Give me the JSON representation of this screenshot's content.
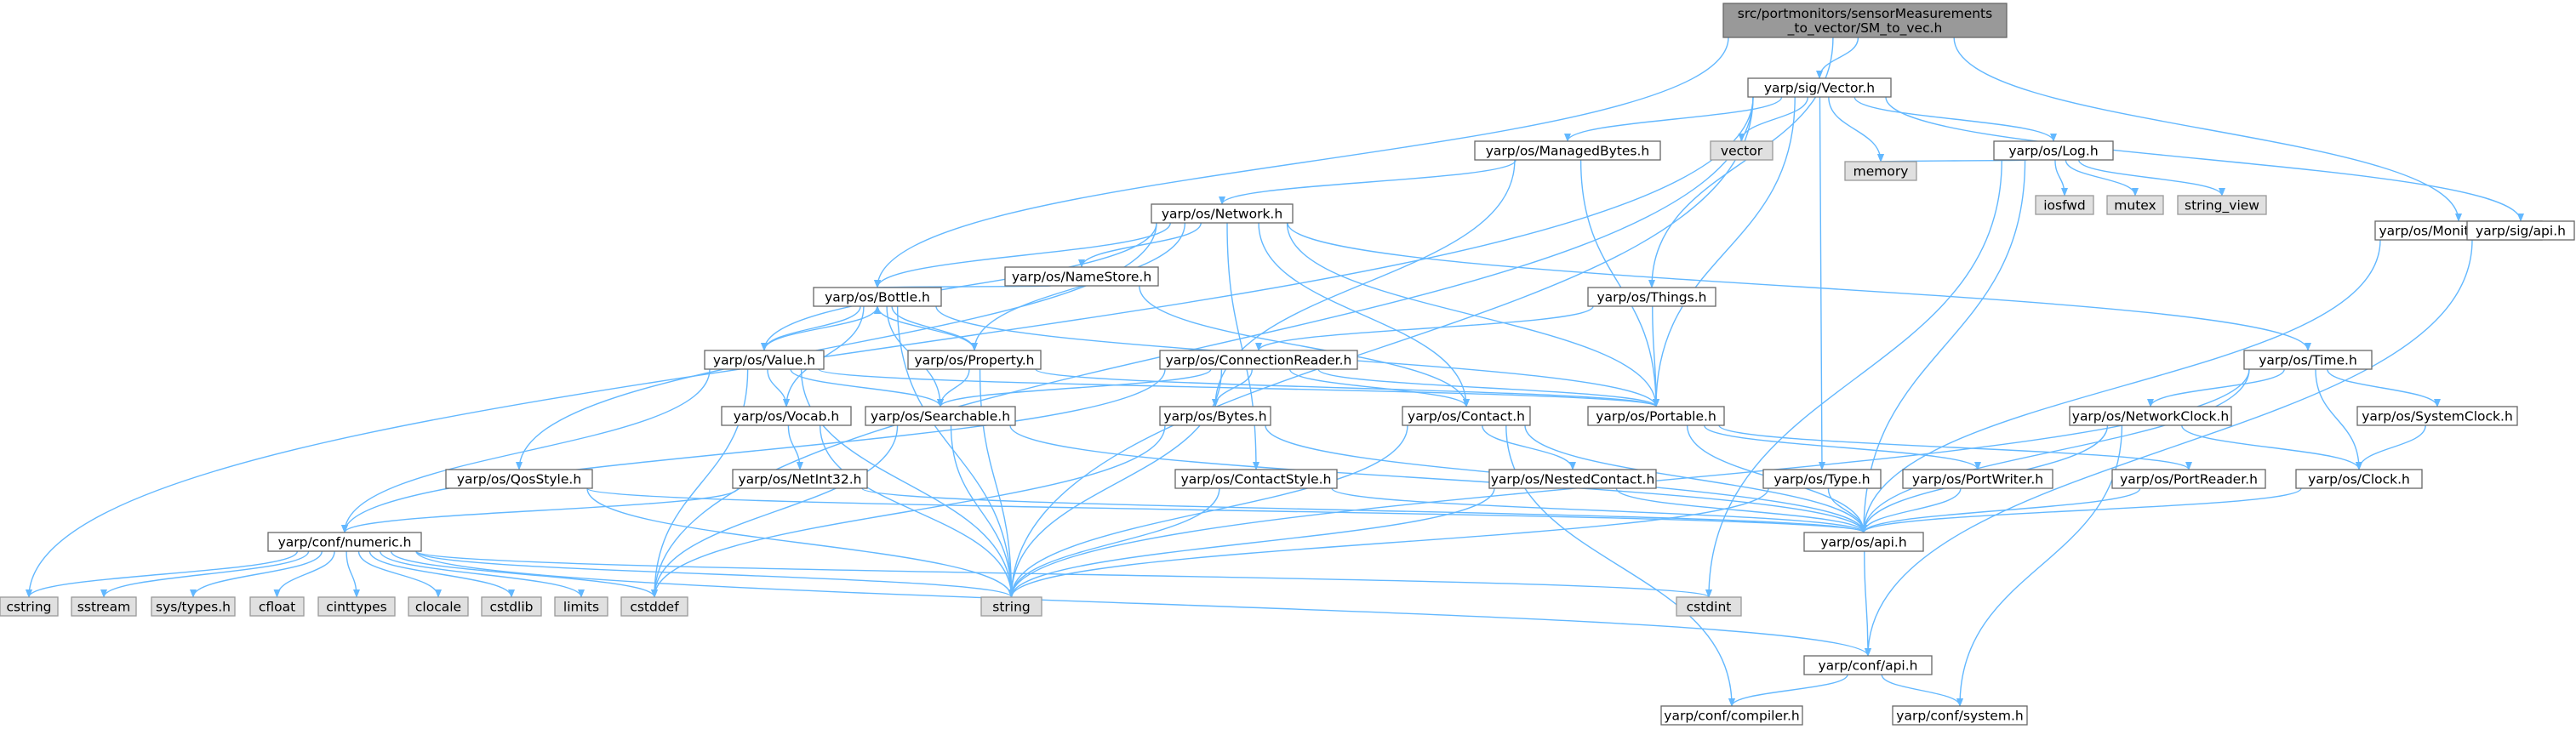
{
  "colors": {
    "root_fill": "#999999",
    "node_fill": "#ffffff",
    "node_stroke": "#666666",
    "sys_fill": "#e0e0e0",
    "sys_stroke": "#999999",
    "edge": "#63b8ff"
  },
  "nodes": [
    {
      "id": "root",
      "lines": [
        "src/portmonitors/sensorMeasurements",
        "_to_vector/SM_to_vec.h"
      ],
      "kind": "root"
    },
    {
      "id": "vector_h",
      "lines": [
        "yarp/sig/Vector.h"
      ],
      "kind": "header"
    },
    {
      "id": "managedbytes",
      "lines": [
        "yarp/os/ManagedBytes.h"
      ],
      "kind": "header"
    },
    {
      "id": "vector_std",
      "lines": [
        "vector"
      ],
      "kind": "system"
    },
    {
      "id": "memory",
      "lines": [
        "memory"
      ],
      "kind": "system"
    },
    {
      "id": "log",
      "lines": [
        "yarp/os/Log.h"
      ],
      "kind": "header"
    },
    {
      "id": "iosfwd",
      "lines": [
        "iosfwd"
      ],
      "kind": "system"
    },
    {
      "id": "mutex",
      "lines": [
        "mutex"
      ],
      "kind": "system"
    },
    {
      "id": "string_view",
      "lines": [
        "string_view"
      ],
      "kind": "system"
    },
    {
      "id": "monitorobject",
      "lines": [
        "yarp/os/MonitorObject.h"
      ],
      "kind": "header"
    },
    {
      "id": "sigapi",
      "lines": [
        "yarp/sig/api.h"
      ],
      "kind": "header"
    },
    {
      "id": "network",
      "lines": [
        "yarp/os/Network.h"
      ],
      "kind": "header"
    },
    {
      "id": "namestore",
      "lines": [
        "yarp/os/NameStore.h"
      ],
      "kind": "header"
    },
    {
      "id": "bottle",
      "lines": [
        "yarp/os/Bottle.h"
      ],
      "kind": "header"
    },
    {
      "id": "things",
      "lines": [
        "yarp/os/Things.h"
      ],
      "kind": "header"
    },
    {
      "id": "value",
      "lines": [
        "yarp/os/Value.h"
      ],
      "kind": "header"
    },
    {
      "id": "property",
      "lines": [
        "yarp/os/Property.h"
      ],
      "kind": "header"
    },
    {
      "id": "connectionreader",
      "lines": [
        "yarp/os/ConnectionReader.h"
      ],
      "kind": "header"
    },
    {
      "id": "time",
      "lines": [
        "yarp/os/Time.h"
      ],
      "kind": "header"
    },
    {
      "id": "vocab",
      "lines": [
        "yarp/os/Vocab.h"
      ],
      "kind": "header"
    },
    {
      "id": "searchable",
      "lines": [
        "yarp/os/Searchable.h"
      ],
      "kind": "header"
    },
    {
      "id": "bytes",
      "lines": [
        "yarp/os/Bytes.h"
      ],
      "kind": "header"
    },
    {
      "id": "contact",
      "lines": [
        "yarp/os/Contact.h"
      ],
      "kind": "header"
    },
    {
      "id": "portable",
      "lines": [
        "yarp/os/Portable.h"
      ],
      "kind": "header"
    },
    {
      "id": "networkclock",
      "lines": [
        "yarp/os/NetworkClock.h"
      ],
      "kind": "header"
    },
    {
      "id": "systemclock",
      "lines": [
        "yarp/os/SystemClock.h"
      ],
      "kind": "header"
    },
    {
      "id": "qosstyle",
      "lines": [
        "yarp/os/QosStyle.h"
      ],
      "kind": "header"
    },
    {
      "id": "netint32",
      "lines": [
        "yarp/os/NetInt32.h"
      ],
      "kind": "header"
    },
    {
      "id": "contactstyle",
      "lines": [
        "yarp/os/ContactStyle.h"
      ],
      "kind": "header"
    },
    {
      "id": "nestedcontact",
      "lines": [
        "yarp/os/NestedContact.h"
      ],
      "kind": "header"
    },
    {
      "id": "type",
      "lines": [
        "yarp/os/Type.h"
      ],
      "kind": "header"
    },
    {
      "id": "portwriter",
      "lines": [
        "yarp/os/PortWriter.h"
      ],
      "kind": "header"
    },
    {
      "id": "portreader",
      "lines": [
        "yarp/os/PortReader.h"
      ],
      "kind": "header"
    },
    {
      "id": "clock",
      "lines": [
        "yarp/os/Clock.h"
      ],
      "kind": "header"
    },
    {
      "id": "numeric",
      "lines": [
        "yarp/conf/numeric.h"
      ],
      "kind": "header"
    },
    {
      "id": "osapi",
      "lines": [
        "yarp/os/api.h"
      ],
      "kind": "header"
    },
    {
      "id": "cstring",
      "lines": [
        "cstring"
      ],
      "kind": "system"
    },
    {
      "id": "sstream",
      "lines": [
        "sstream"
      ],
      "kind": "system"
    },
    {
      "id": "systypes",
      "lines": [
        "sys/types.h"
      ],
      "kind": "system"
    },
    {
      "id": "cfloat",
      "lines": [
        "cfloat"
      ],
      "kind": "system"
    },
    {
      "id": "cinttypes",
      "lines": [
        "cinttypes"
      ],
      "kind": "system"
    },
    {
      "id": "clocale",
      "lines": [
        "clocale"
      ],
      "kind": "system"
    },
    {
      "id": "cstdlib",
      "lines": [
        "cstdlib"
      ],
      "kind": "system"
    },
    {
      "id": "limits",
      "lines": [
        "limits"
      ],
      "kind": "system"
    },
    {
      "id": "cstddef",
      "lines": [
        "cstddef"
      ],
      "kind": "system"
    },
    {
      "id": "string",
      "lines": [
        "string"
      ],
      "kind": "system"
    },
    {
      "id": "cstdint",
      "lines": [
        "cstdint"
      ],
      "kind": "system"
    },
    {
      "id": "confapi",
      "lines": [
        "yarp/conf/api.h"
      ],
      "kind": "header"
    },
    {
      "id": "compiler",
      "lines": [
        "yarp/conf/compiler.h"
      ],
      "kind": "header"
    },
    {
      "id": "system",
      "lines": [
        "yarp/conf/system.h"
      ],
      "kind": "header"
    }
  ],
  "edges": [
    [
      "root",
      "vector_h"
    ],
    [
      "root",
      "bottle"
    ],
    [
      "root",
      "things"
    ],
    [
      "root",
      "monitorobject"
    ],
    [
      "vector_h",
      "managedbytes"
    ],
    [
      "vector_h",
      "vector_std"
    ],
    [
      "vector_h",
      "memory"
    ],
    [
      "vector_h",
      "log"
    ],
    [
      "vector_h",
      "sigapi"
    ],
    [
      "vector_h",
      "portable"
    ],
    [
      "vector_h",
      "type"
    ],
    [
      "vector_h",
      "cstring"
    ],
    [
      "vector_h",
      "string"
    ],
    [
      "vector_h",
      "cstddef"
    ],
    [
      "managedbytes",
      "network"
    ],
    [
      "managedbytes",
      "bytes"
    ],
    [
      "managedbytes",
      "portable"
    ],
    [
      "log",
      "memory"
    ],
    [
      "log",
      "iosfwd"
    ],
    [
      "log",
      "mutex"
    ],
    [
      "log",
      "string_view"
    ],
    [
      "log",
      "osapi"
    ],
    [
      "log",
      "cstdint"
    ],
    [
      "monitorobject",
      "osapi"
    ],
    [
      "sigapi",
      "confapi"
    ],
    [
      "network",
      "namestore"
    ],
    [
      "network",
      "bottle"
    ],
    [
      "network",
      "value"
    ],
    [
      "network",
      "property"
    ],
    [
      "network",
      "contact"
    ],
    [
      "network",
      "portable"
    ],
    [
      "network",
      "time"
    ],
    [
      "network",
      "qosstyle"
    ],
    [
      "network",
      "contactstyle"
    ],
    [
      "namestore",
      "bottle"
    ],
    [
      "namestore",
      "contact"
    ],
    [
      "bottle",
      "value"
    ],
    [
      "bottle",
      "property"
    ],
    [
      "bottle",
      "searchable"
    ],
    [
      "bottle",
      "vocab"
    ],
    [
      "bottle",
      "portable"
    ],
    [
      "bottle",
      "string"
    ],
    [
      "things",
      "connectionreader"
    ],
    [
      "things",
      "portable"
    ],
    [
      "value",
      "bottle"
    ],
    [
      "value",
      "vocab"
    ],
    [
      "value",
      "searchable"
    ],
    [
      "value",
      "portable"
    ],
    [
      "value",
      "numeric"
    ],
    [
      "value",
      "string"
    ],
    [
      "value",
      "cstddef"
    ],
    [
      "property",
      "bottle"
    ],
    [
      "property",
      "searchable"
    ],
    [
      "property",
      "portable"
    ],
    [
      "property",
      "string"
    ],
    [
      "connectionreader",
      "searchable"
    ],
    [
      "connectionreader",
      "bytes"
    ],
    [
      "connectionreader",
      "contact"
    ],
    [
      "connectionreader",
      "portable"
    ],
    [
      "connectionreader",
      "numeric"
    ],
    [
      "connectionreader",
      "string"
    ],
    [
      "time",
      "networkclock"
    ],
    [
      "time",
      "systemclock"
    ],
    [
      "time",
      "clock"
    ],
    [
      "time",
      "osapi"
    ],
    [
      "time",
      "string"
    ],
    [
      "vocab",
      "netint32"
    ],
    [
      "vocab",
      "string"
    ],
    [
      "searchable",
      "osapi"
    ],
    [
      "searchable",
      "string"
    ],
    [
      "searchable",
      "cstddef"
    ],
    [
      "bytes",
      "osapi"
    ],
    [
      "bytes",
      "cstddef"
    ],
    [
      "contact",
      "nestedcontact"
    ],
    [
      "contact",
      "osapi"
    ],
    [
      "contact",
      "string"
    ],
    [
      "contact",
      "compiler"
    ],
    [
      "portable",
      "portwriter"
    ],
    [
      "portable",
      "portreader"
    ],
    [
      "portable",
      "osapi"
    ],
    [
      "networkclock",
      "clock"
    ],
    [
      "networkclock",
      "osapi"
    ],
    [
      "networkclock",
      "system"
    ],
    [
      "systemclock",
      "clock"
    ],
    [
      "qosstyle",
      "osapi"
    ],
    [
      "qosstyle",
      "string"
    ],
    [
      "netint32",
      "numeric"
    ],
    [
      "netint32",
      "osapi"
    ],
    [
      "contactstyle",
      "osapi"
    ],
    [
      "contactstyle",
      "string"
    ],
    [
      "nestedcontact",
      "osapi"
    ],
    [
      "nestedcontact",
      "string"
    ],
    [
      "type",
      "osapi"
    ],
    [
      "type",
      "string"
    ],
    [
      "portwriter",
      "osapi"
    ],
    [
      "portreader",
      "osapi"
    ],
    [
      "clock",
      "osapi"
    ],
    [
      "numeric",
      "cstring"
    ],
    [
      "numeric",
      "sstream"
    ],
    [
      "numeric",
      "systypes"
    ],
    [
      "numeric",
      "cfloat"
    ],
    [
      "numeric",
      "cinttypes"
    ],
    [
      "numeric",
      "clocale"
    ],
    [
      "numeric",
      "cstdlib"
    ],
    [
      "numeric",
      "limits"
    ],
    [
      "numeric",
      "cstddef"
    ],
    [
      "numeric",
      "string"
    ],
    [
      "numeric",
      "cstdint"
    ],
    [
      "numeric",
      "confapi"
    ],
    [
      "osapi",
      "confapi"
    ],
    [
      "confapi",
      "compiler"
    ],
    [
      "confapi",
      "system"
    ]
  ]
}
